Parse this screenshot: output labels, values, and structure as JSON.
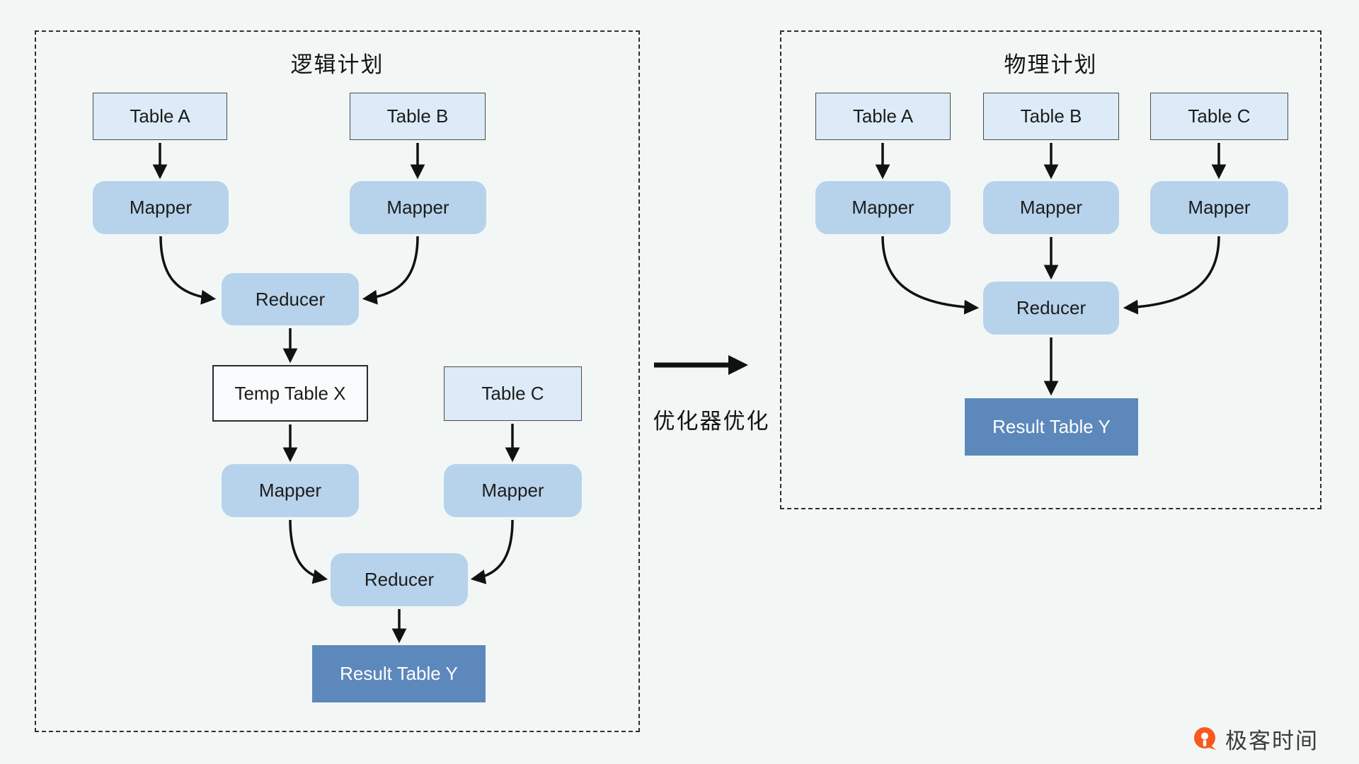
{
  "canvas": {
    "background": "#f2f7f6"
  },
  "logical_plan": {
    "title": "逻辑计划",
    "nodes": {
      "table_a": "Table A",
      "table_b": "Table B",
      "mapper_a": "Mapper",
      "mapper_b": "Mapper",
      "reducer_1": "Reducer",
      "temp_table_x": "Temp Table X",
      "table_c": "Table C",
      "mapper_x": "Mapper",
      "mapper_c": "Mapper",
      "reducer_2": "Reducer",
      "result_table_y": "Result Table Y"
    }
  },
  "optimizer": {
    "label": "优化器优化"
  },
  "physical_plan": {
    "title": "物理计划",
    "nodes": {
      "table_a": "Table A",
      "table_b": "Table B",
      "table_c": "Table C",
      "mapper_a": "Mapper",
      "mapper_b": "Mapper",
      "mapper_c": "Mapper",
      "reducer": "Reducer",
      "result_table_y": "Result Table Y"
    }
  },
  "branding": {
    "logo_text": "极客时间",
    "logo_color": "#f85a1e"
  },
  "colors": {
    "table_fill": "#dcebf7",
    "process_fill": "#b7d3eb",
    "temp_fill": "#fafbfc",
    "result_fill": "#5c88bc",
    "arrow": "#111111",
    "panel_border": "#2f2f2f"
  }
}
